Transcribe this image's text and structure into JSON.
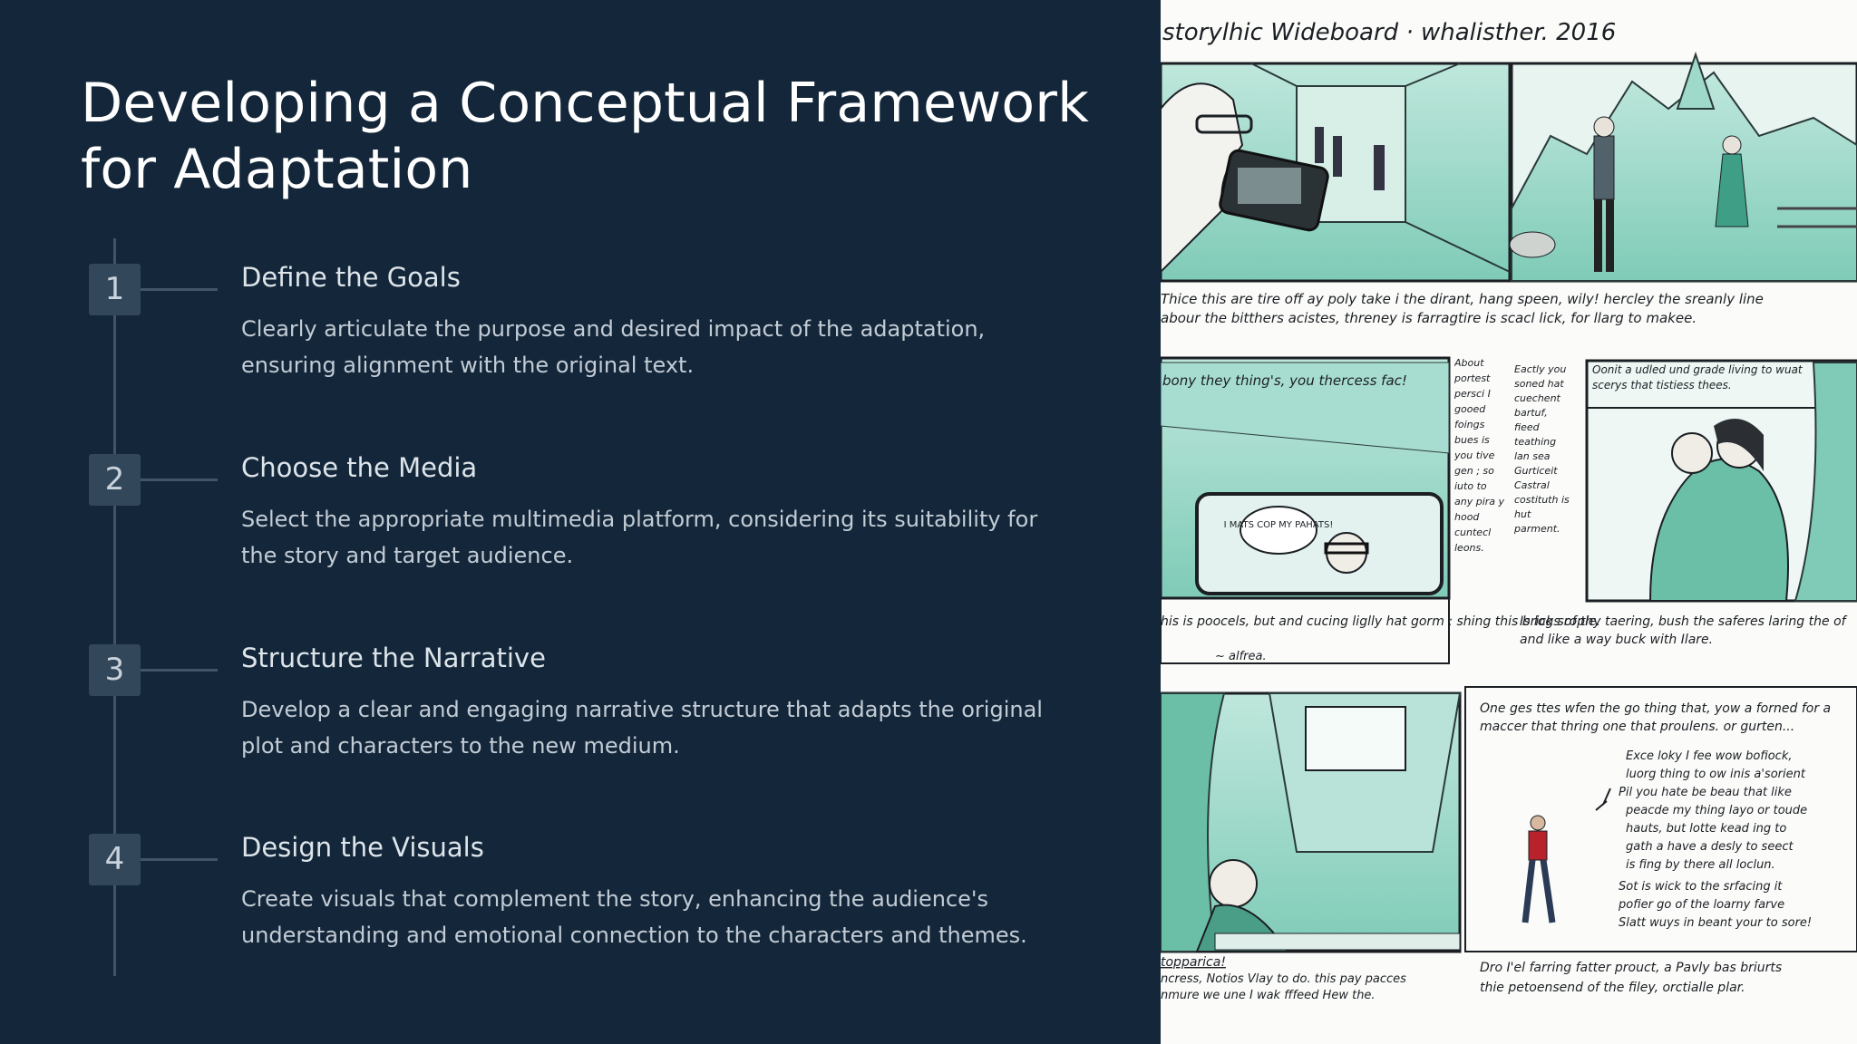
{
  "title": {
    "line1": "Developing a Conceptual Framework",
    "line2": "for Adaptation"
  },
  "steps": [
    {
      "number": "1",
      "heading": "Define the Goals",
      "description": "Clearly articulate the purpose and desired impact of the adaptation, ensuring alignment with the original text."
    },
    {
      "number": "2",
      "heading": "Choose the Media",
      "description": "Select the appropriate multimedia platform, considering its suitability for the story and target audience."
    },
    {
      "number": "3",
      "heading": "Structure the Narrative",
      "description": "Develop a clear and engaging narrative structure that adapts the original plot and characters to the new medium."
    },
    {
      "number": "4",
      "heading": "Design the Visuals",
      "description": "Create visuals that complement the story, enhancing the audience's understanding and emotional connection to the characters and themes."
    }
  ],
  "storyboard": {
    "header": "storylhic Wideboard · whalisther. 2016",
    "caption_1": "Thice this are tire off ay poly take i the dirant, hang speen, wily! hercley the sreanly line",
    "caption_1b": "abour the bitthers acistes, threney is farragtire is scacl lick, for llarg to makee.",
    "bubble_2": "bony they thing's, you thercess fac!",
    "speech_2": "I MATS COP MY PAHATS!",
    "caption_2": "his is poocels, but and cucing liglly hat gorm ; shing this brick srople.",
    "caption_2b": "~ alfrea.",
    "column_a": "About portest persci I gooed foings bues is you tive gen ; so iuto to any pira y hood cuntecl leons.",
    "column_b": "Eactly you soned hat cuechent bartuf, fieed teathing lan sea Gurticeit Castral costituth is hut parment.",
    "caption_3": "Oonit a udled und grade living to wuat scerys that tistiess thees.",
    "caption_4": "Is logs of thy taering, bush the saferes laring the of and like a way buck with Ilare.",
    "caption_5": "One ges ttes wfen the go thing that, yow a forned for a maccer that thring one that proulens. or gurten...",
    "list_5": [
      "Exce loky I fee wow bofiock,",
      "luorg thing to ow inis a'sorient",
      "Pil you hate be beau that like",
      "peacde my thing layo or toude",
      "hauts, but lotte kead ing to",
      "gath a have a desly to seect",
      "is fing by there all loclun.",
      "Sot is wick to the srfacing it",
      "pofier go of the loarny farve",
      "Slatt wuys in beant your to sore!"
    ],
    "caption_6": "topparica!",
    "caption_6b": "ncress, Notios Vlay to do. this pay pacces",
    "caption_6c": "nmure we une I wak fffeed Hew the.",
    "caption_7": "Dro I'el farring fatter prouct, a Pavly bas briurts",
    "caption_7b": "thie petoensend of the filey, orctialle plar."
  },
  "colors": {
    "background": "#14273a",
    "badge": "#33475a",
    "timeline": "#435467",
    "teal": "#8ed3c1"
  }
}
